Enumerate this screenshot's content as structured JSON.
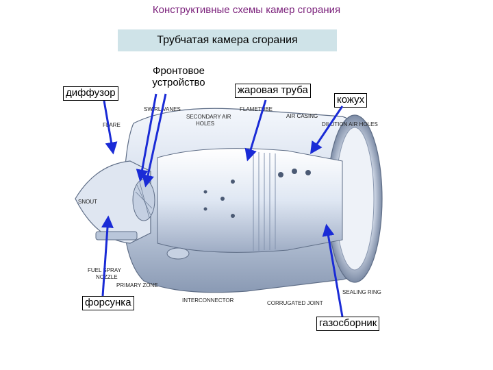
{
  "slide": {
    "title": "Конструктивные схемы камер сгорания",
    "subtitle": "Трубчатая камера сгорания"
  },
  "callouts": {
    "diffuser": "диффузор",
    "front_device_line1": "Фронтовое",
    "front_device_line2": "устройство",
    "flame_tube": "жаровая труба",
    "casing": "кожух",
    "injector": "форсунка",
    "gas_collector": "газосборник"
  },
  "diagram_labels": {
    "swirl_vanes": "SWIRL VANES",
    "secondary_air_holes_1": "SECONDARY AIR",
    "secondary_air_holes_2": "HOLES",
    "flametube": "FLAMETUBE",
    "air_casing": "AIR CASING",
    "dilution_air_holes": "DILUTION AIR HOLES",
    "flare": "FLARE",
    "snout": "SNOUT",
    "fuel_spray_1": "FUEL SPRAY",
    "fuel_spray_2": "NOZZLE",
    "primary_zone": "PRIMARY ZONE",
    "interconnector": "INTERCONNECTOR",
    "corrugated_joint": "CORRUGATED JOINT",
    "sealing_ring": "SEALING RING"
  },
  "colors": {
    "title": "#7a1f7a",
    "subtitle_bg": "#cfe3e8",
    "arrow": "#1a2bd6",
    "metal_light": "#e8eef7",
    "metal_mid": "#b9c6da",
    "metal_dark": "#6d7d97"
  }
}
